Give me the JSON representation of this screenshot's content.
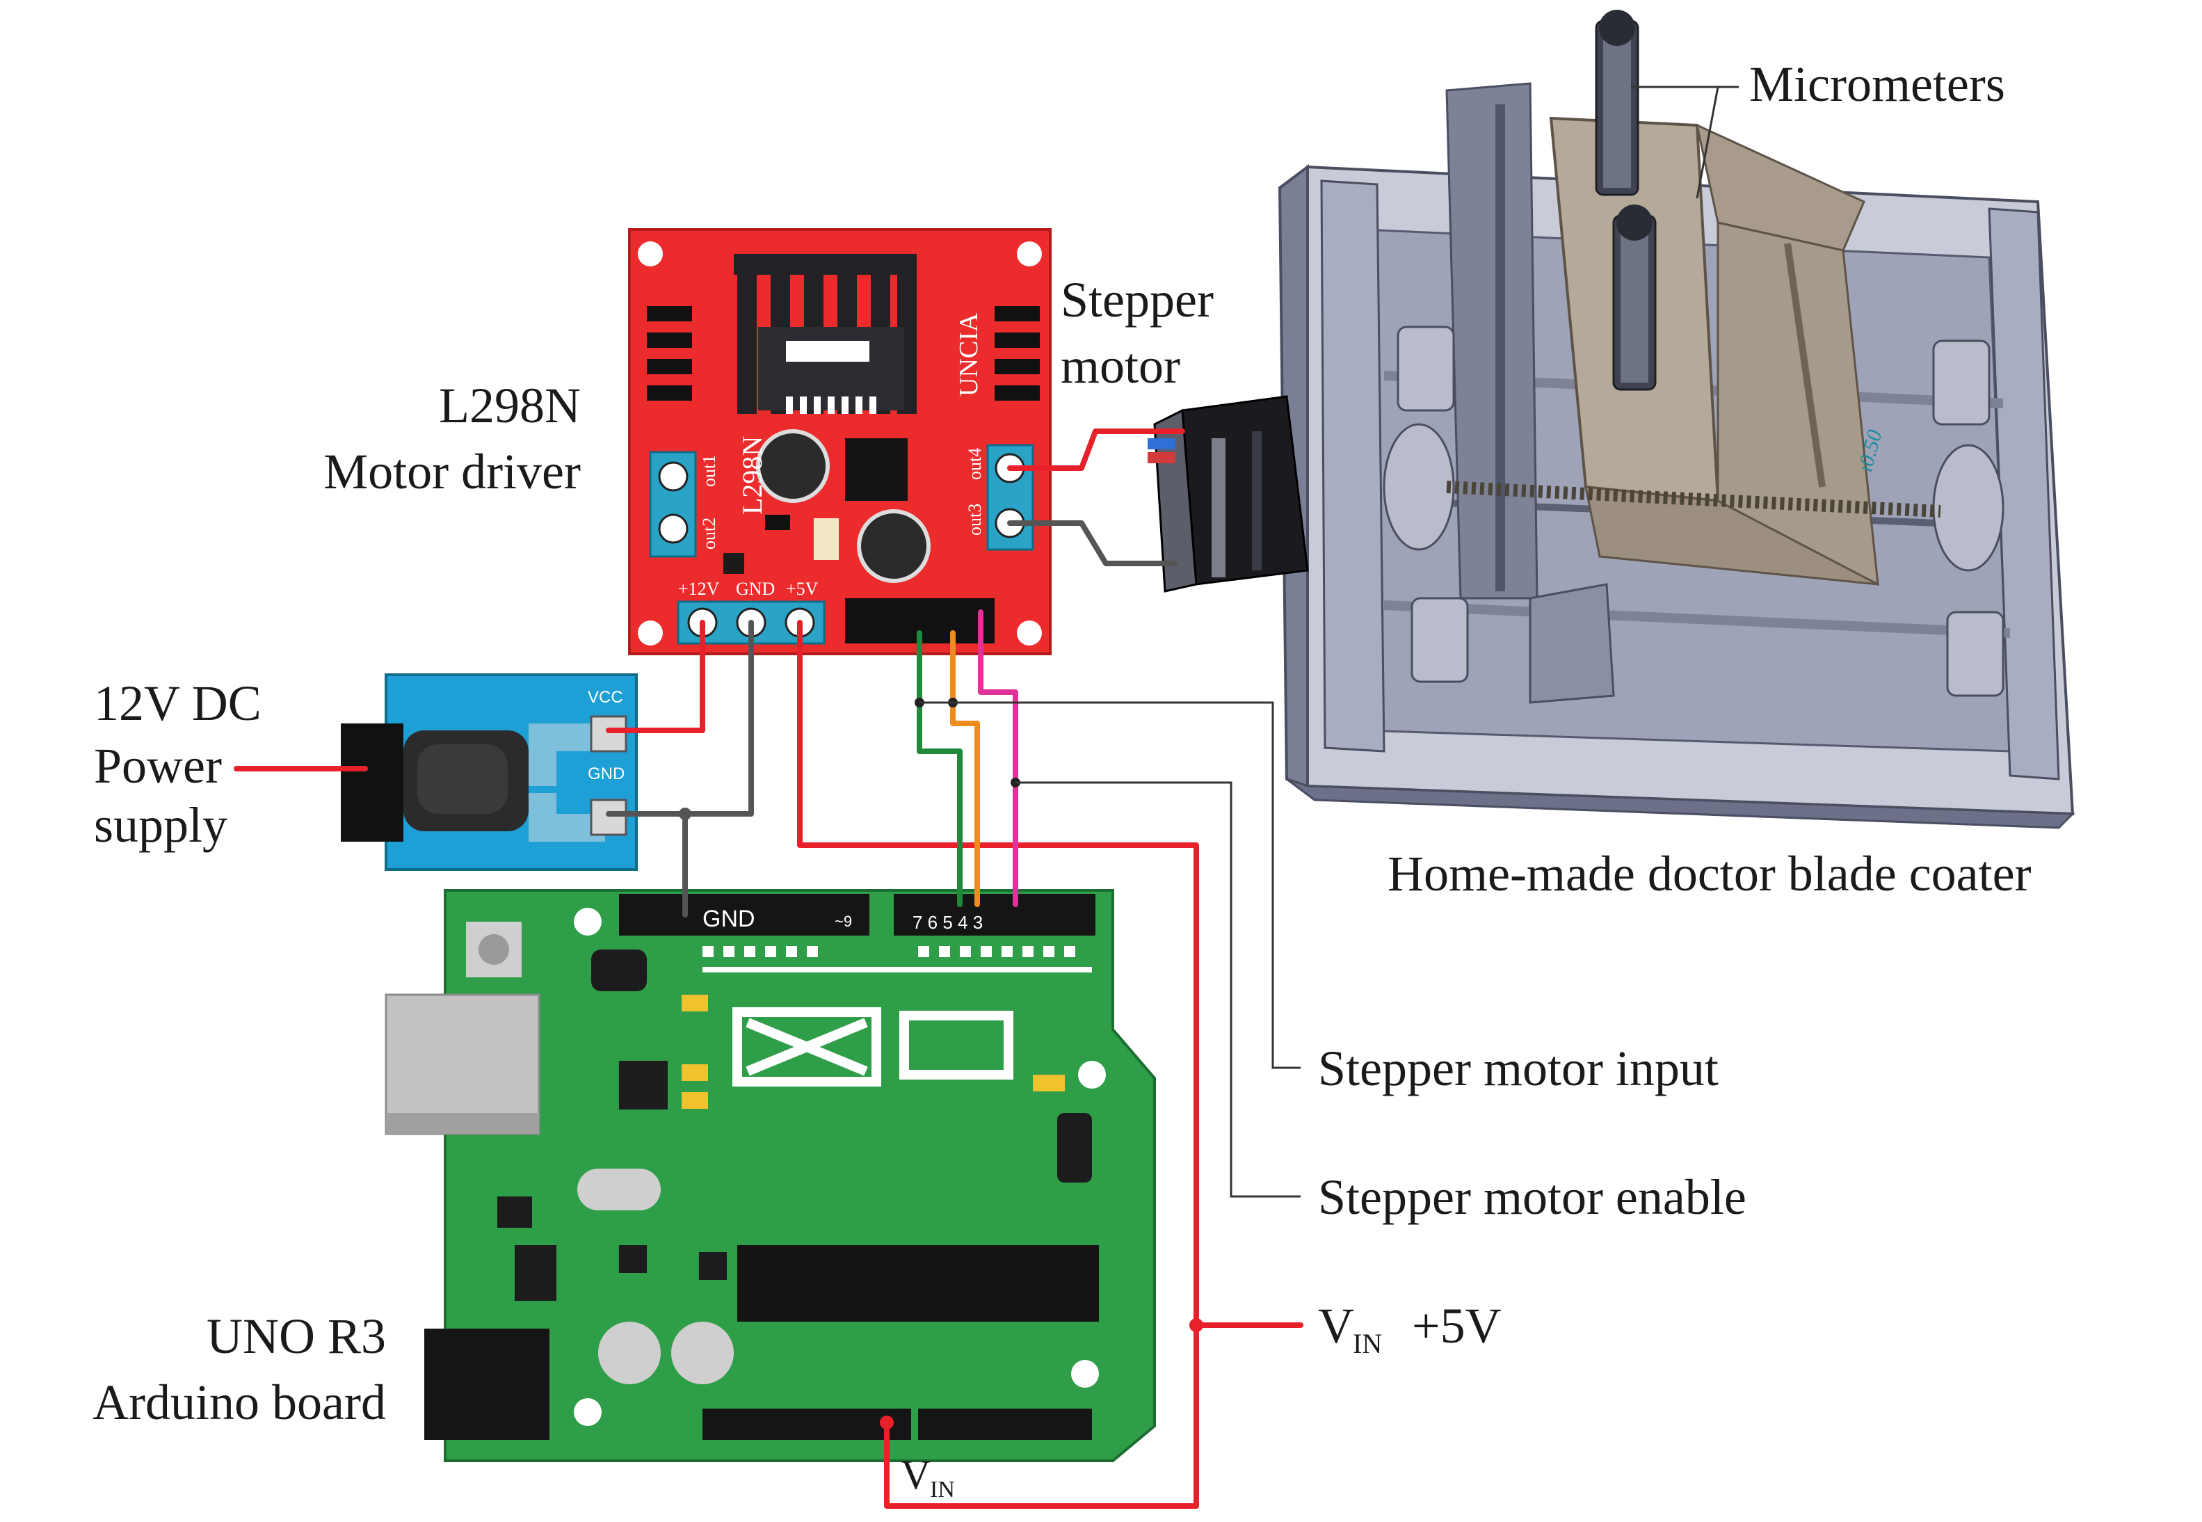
{
  "labels": {
    "micrometers": "Micrometers",
    "stepper_motor_line1": "Stepper",
    "stepper_motor_line2": "motor",
    "motor_driver_line1": "L298N",
    "motor_driver_line2": "Motor driver",
    "power_line1": "12V DC",
    "power_line2": "Power",
    "power_line3": "supply",
    "coater": "Home-made doctor blade coater",
    "stepper_input": "Stepper motor input",
    "stepper_enable": "Stepper motor enable",
    "vin_main": "V",
    "vin_sub": "IN",
    "vin_plus5": "+5V",
    "arduino_line1": "UNO R3",
    "arduino_line2": "Arduino board",
    "vin_bottom_main": "V",
    "vin_bottom_sub": "IN"
  },
  "driver_board": {
    "chip_label": "L298N",
    "brand": "UNCIA",
    "out1": "out1",
    "out2": "out2",
    "out3": "out3",
    "out4": "out4",
    "term_12v": "+12V",
    "term_gnd": "GND",
    "term_5v": "+5V"
  },
  "power_module": {
    "vcc": "VCC",
    "gnd": "GND"
  },
  "arduino_board": {
    "gnd_header": "GND",
    "pin9": "~9",
    "pins_right": "7 6 5 4 3"
  },
  "colors": {
    "red_wire": "#e8202a",
    "gray_wire": "#555555",
    "green_wire": "#1f8a3c",
    "orange_wire": "#f08c1e",
    "magenta_wire": "#e0329a",
    "driver_red": "#ec2c2c",
    "arduino_green": "#2e9e48",
    "power_blue": "#1e9fd6",
    "coater_gray": "#8a8fa3"
  }
}
